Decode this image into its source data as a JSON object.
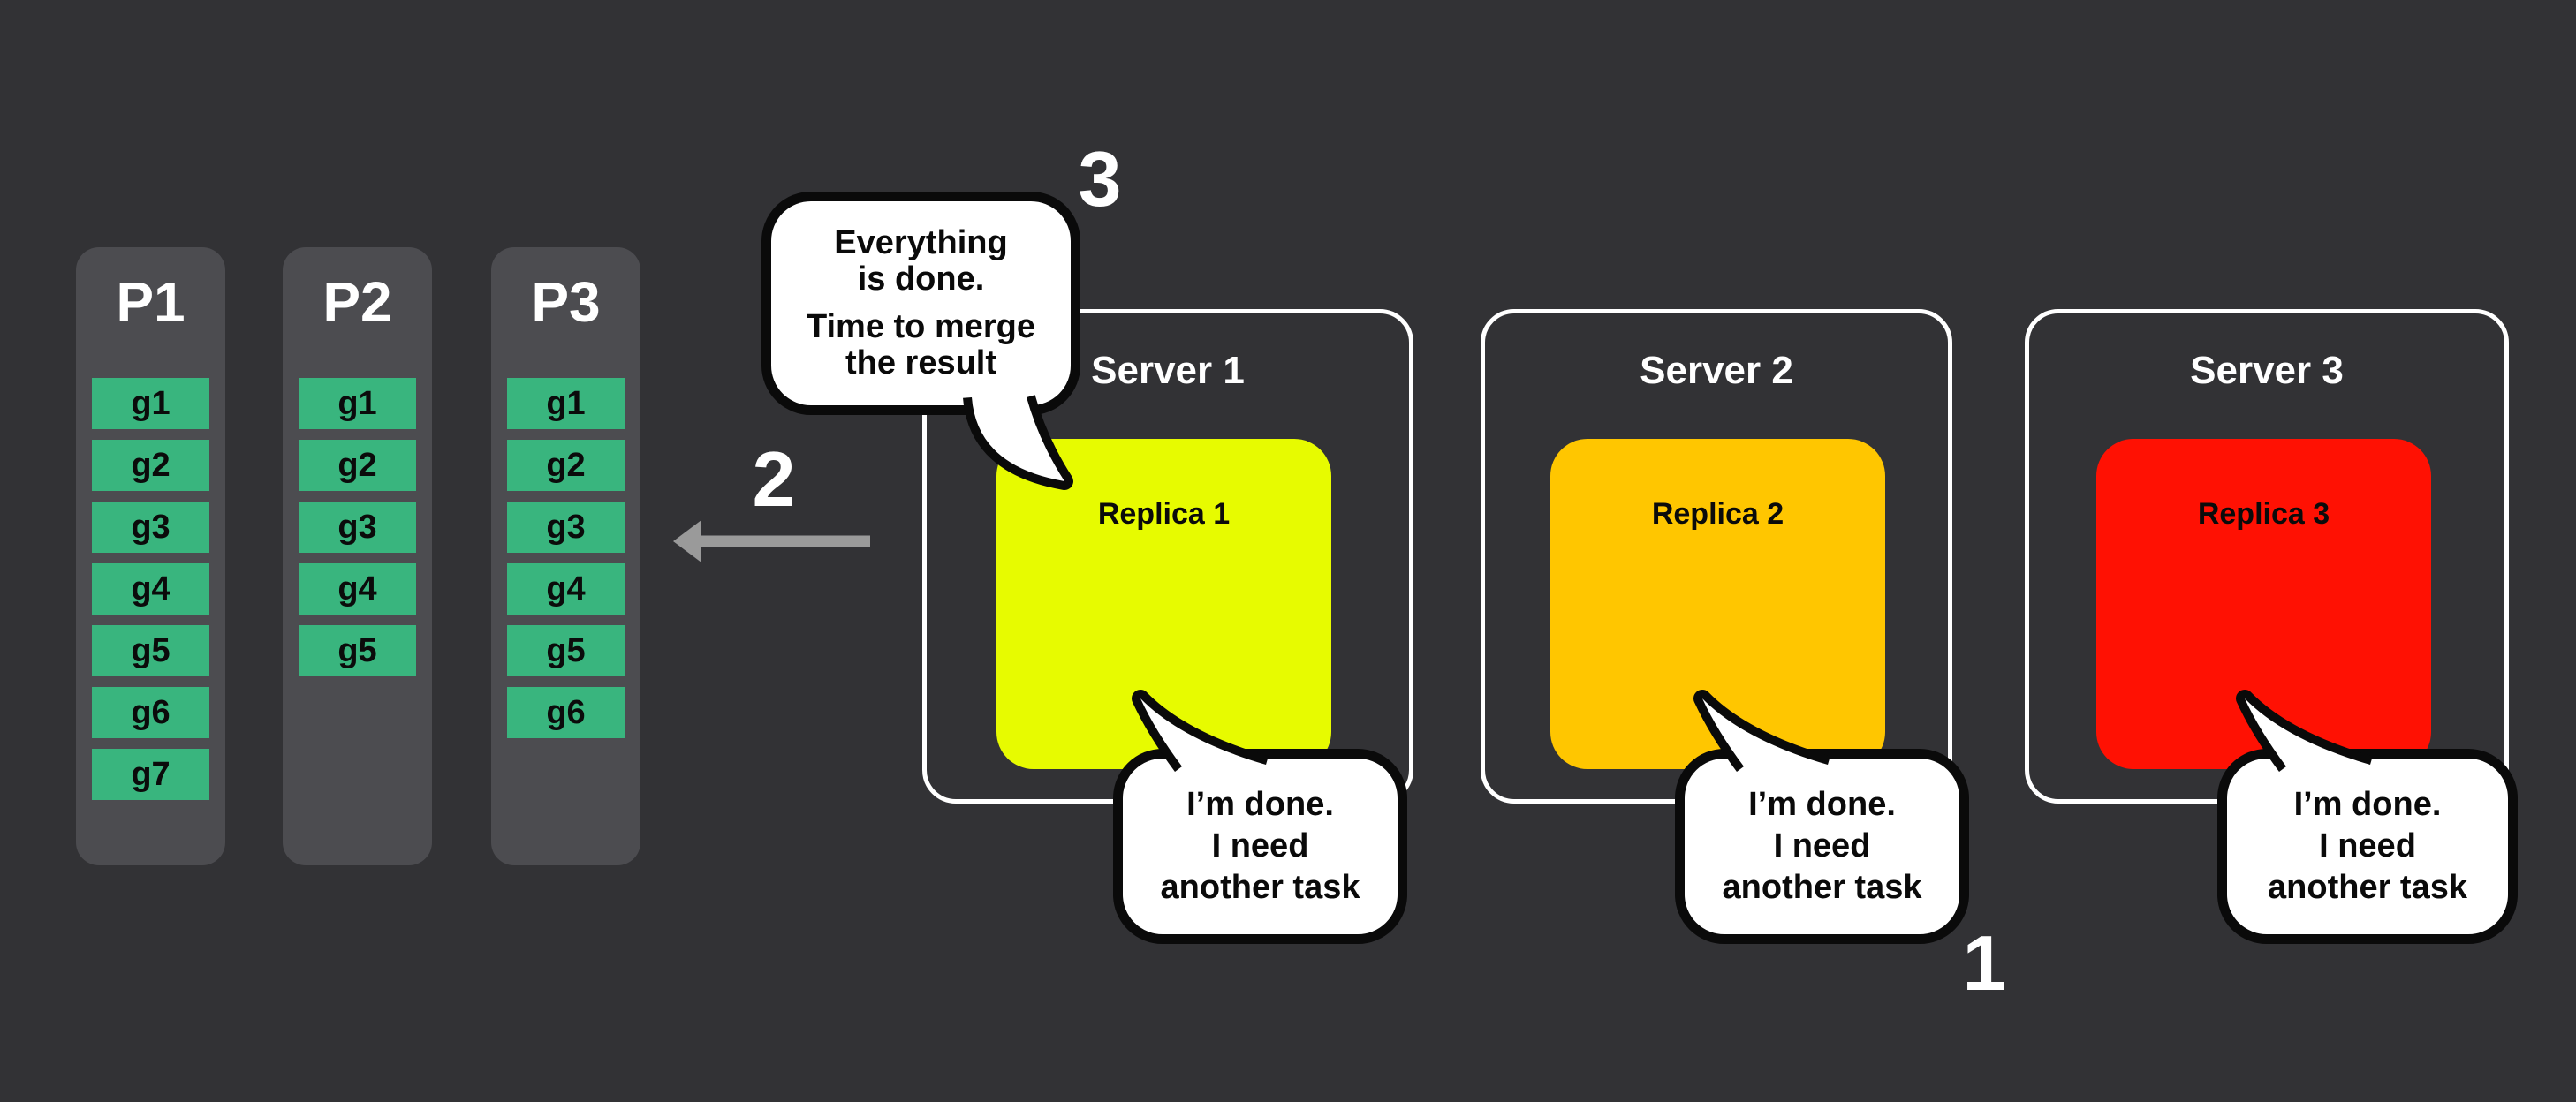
{
  "colors": {
    "background": "#323235",
    "partition_panel": "#4C4C50",
    "group_cell": "#39B57E",
    "replica_1": "#E7FB00",
    "replica_2": "#FFC600",
    "replica_3": "#FF1103",
    "arrow": "#9A9A9A"
  },
  "steps": {
    "one": "1",
    "two": "2",
    "three": "3"
  },
  "partitions": [
    {
      "name": "P1",
      "groups": [
        "g1",
        "g2",
        "g3",
        "g4",
        "g5",
        "g6",
        "g7"
      ]
    },
    {
      "name": "P2",
      "groups": [
        "g1",
        "g2",
        "g3",
        "g4",
        "g5"
      ]
    },
    {
      "name": "P3",
      "groups": [
        "g1",
        "g2",
        "g3",
        "g4",
        "g5",
        "g6"
      ]
    }
  ],
  "servers": [
    {
      "label": "Server 1",
      "replica_label": "Replica 1",
      "bubble_lines": [
        "I’m done.",
        "I need",
        "another task"
      ]
    },
    {
      "label": "Server 2",
      "replica_label": "Replica 2",
      "bubble_lines": [
        "I’m done.",
        "I need",
        "another task"
      ]
    },
    {
      "label": "Server 3",
      "replica_label": "Replica 3",
      "bubble_lines": [
        "I’m done.",
        "I need",
        "another task"
      ]
    }
  ],
  "merge_bubble": {
    "lines": [
      "Everything",
      "is done.",
      "Time to merge",
      "the result"
    ]
  }
}
